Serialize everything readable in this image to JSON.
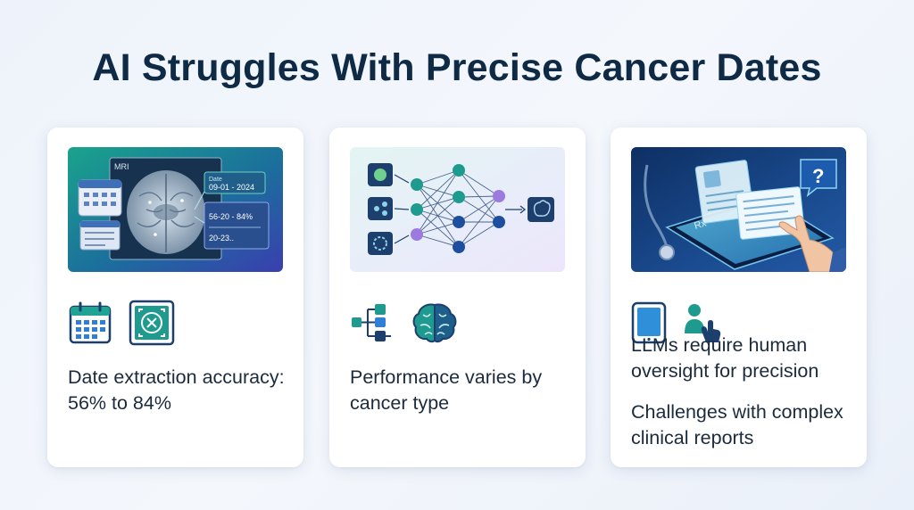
{
  "title": "AI Struggles With Precise Cancer Dates",
  "cards": [
    {
      "illustration": {
        "mri_label": "MRI",
        "date_label": "Date",
        "date_value": "09-01 - 2024",
        "range_value": "56-20 - 84%",
        "partial_value": "20-23..",
        "icon": "brain-mri-scan-icon"
      },
      "icons": [
        "calendar-icon",
        "scan-icon"
      ],
      "text": "Date extraction accuracy: 56% to 84%"
    },
    {
      "illustration": {
        "icon": "neural-network-icon"
      },
      "icons": [
        "flowchart-icon",
        "brain-icon"
      ],
      "text": "Performance varies by cancer type"
    },
    {
      "illustration": {
        "rx_label": "Rx",
        "help_glyph": "?",
        "icon": "tablet-report-icon"
      },
      "icons": [
        "tablet-icon",
        "person-touch-icon"
      ],
      "text": "LLMs require human oversight for precision",
      "text2": "Challenges with complex clinical reports"
    }
  ],
  "colors": {
    "title": "#0f2a45",
    "teal": "#1f9a8e",
    "navy": "#1d3f6e",
    "purple": "#9b7be0",
    "blue": "#2f7fd8"
  }
}
